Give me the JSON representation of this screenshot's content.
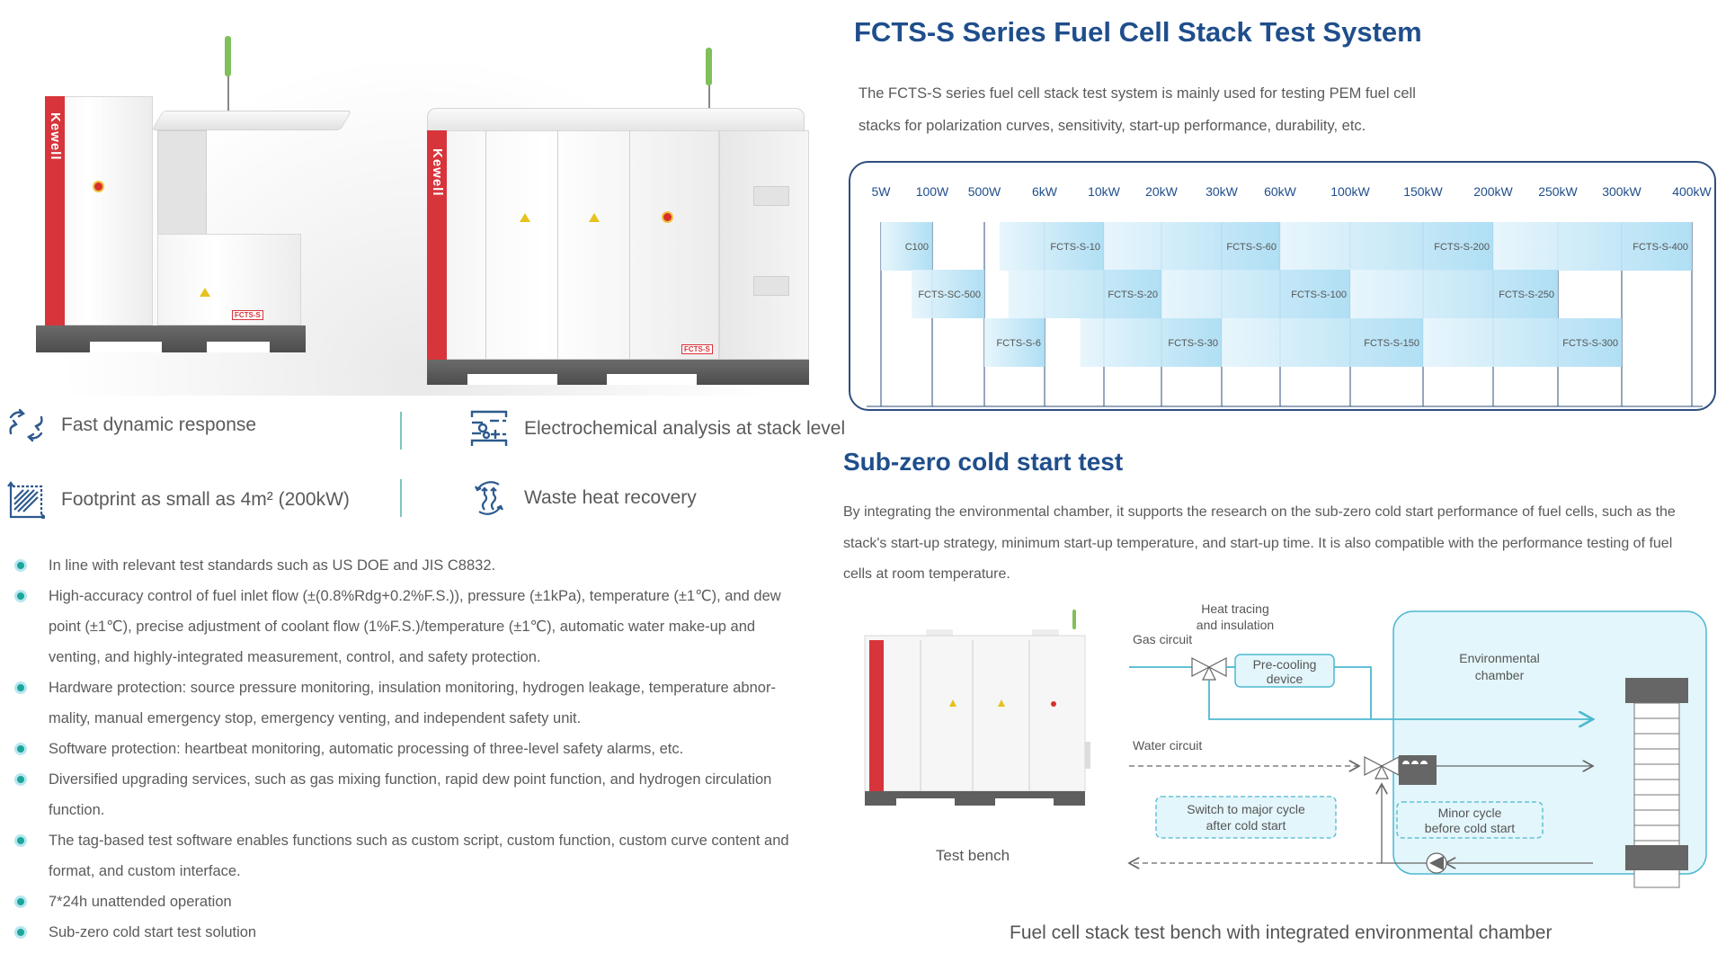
{
  "products": {
    "left_cabinet": {
      "brand": "Kewell",
      "model_badge": "FCTS-S"
    },
    "right_cabinet": {
      "brand": "Kewell",
      "model_badge": "FCTS-S"
    }
  },
  "features": [
    {
      "icon": "arrows-cycle-icon",
      "label": "Fast dynamic response"
    },
    {
      "icon": "circuit-analysis-icon",
      "label": "Electrochemical analysis at stack level"
    },
    {
      "icon": "footprint-area-icon",
      "label": "Footprint as small as 4m² (200kW)"
    },
    {
      "icon": "heat-recovery-icon",
      "label": "Waste heat recovery"
    }
  ],
  "bullets": [
    [
      "In line with relevant test standards such as US DOE and JIS C8832."
    ],
    [
      "High-accuracy control of fuel inlet flow (±(0.8%Rdg+0.2%F.S.)), pressure (±1kPa), temperature (±1℃), and dew",
      "point (±1℃), precise adjustment of coolant flow (1%F.S.)/temperature (±1℃), automatic water make-up and",
      "venting, and highly-integrated measurement, control, and safety protection."
    ],
    [
      "Hardware protection: source pressure monitoring, insulation monitoring, hydrogen leakage, temperature abnor-",
      "mality, manual emergency stop, emergency venting, and independent safety unit."
    ],
    [
      "Software protection: heartbeat monitoring, automatic processing of three-level safety alarms, etc."
    ],
    [
      "Diversified upgrading services, such as gas mixing function, rapid dew point function, and hydrogen circulation",
      "function."
    ],
    [
      "The tag-based test software enables functions such as custom script, custom function, custom curve content and",
      "format, and custom interface."
    ],
    [
      "7*24h unattended operation"
    ],
    [
      "Sub-zero cold start test solution"
    ]
  ],
  "header": {
    "title": "FCTS-S Series Fuel Cell Stack Test System",
    "intro_lines": [
      "The FCTS-S series fuel cell stack test system is mainly used for testing PEM fuel cell",
      "stacks for polarization curves, sensitivity, start-up performance, durability, etc."
    ]
  },
  "chart_data": {
    "type": "range-bar",
    "title": "",
    "power_levels": [
      "5W",
      "100W",
      "500W",
      "6kW",
      "10kW",
      "20kW",
      "30kW",
      "60kW",
      "100kW",
      "150kW",
      "200kW",
      "250kW",
      "300kW",
      "400kW"
    ],
    "rows": [
      [
        {
          "model": "C100",
          "from": "5W",
          "to": "100W"
        },
        {
          "model": "FCTS-S-10",
          "from": "~1kW",
          "to": "10kW"
        },
        {
          "model": "FCTS-S-60",
          "from": "10kW",
          "to": "60kW"
        },
        {
          "model": "FCTS-S-200",
          "from": "60kW",
          "to": "200kW"
        },
        {
          "model": "FCTS-S-400",
          "from": "200kW",
          "to": "400kW"
        }
      ],
      [
        {
          "model": "FCTS-SC-500",
          "from": "~50W",
          "to": "500W"
        },
        {
          "model": "FCTS-S-20",
          "from": "~2kW",
          "to": "20kW"
        },
        {
          "model": "FCTS-S-100",
          "from": "20kW",
          "to": "100kW"
        },
        {
          "model": "FCTS-S-250",
          "from": "100kW",
          "to": "250kW"
        }
      ],
      [
        {
          "model": "FCTS-S-6",
          "from": "500W",
          "to": "6kW"
        },
        {
          "model": "FCTS-S-30",
          "from": "~8kW",
          "to": "30kW"
        },
        {
          "model": "FCTS-S-150",
          "from": "30kW",
          "to": "150kW"
        },
        {
          "model": "FCTS-S-300",
          "from": "150kW",
          "to": "300kW"
        }
      ]
    ],
    "colors": {
      "axis": "#2e4f7c",
      "bar_light": "#e6f5fc",
      "bar_dark": "#a9dcf3",
      "label": "#555555"
    }
  },
  "cold_start": {
    "title": "Sub-zero cold start test",
    "text_lines": [
      "By integrating the environmental chamber, it supports the research on the sub-zero cold start performance of fuel cells, such as the",
      "stack's start-up strategy, minimum start-up temperature, and start-up time. It is also compatible with the performance testing of fuel",
      "cells at room temperature."
    ],
    "diagram": {
      "test_bench_label": "Test bench",
      "heat_tracing_label": [
        "Heat tracing",
        "and insulation"
      ],
      "gas_circuit_label": "Gas circuit",
      "precooling_label": [
        "Pre-cooling",
        "device"
      ],
      "env_chamber_label": [
        "Environmental",
        "chamber"
      ],
      "water_circuit_label": "Water circuit",
      "major_cycle_label": [
        "Switch to major cycle",
        "after cold start"
      ],
      "minor_cycle_label": [
        "Minor cycle",
        "before cold start"
      ]
    },
    "caption": "Fuel cell stack test bench with integrated environmental chamber"
  },
  "colors": {
    "title_blue": "#1f4e8c",
    "teal": "#1aa69a",
    "icon_blue": "#2d5a8e",
    "diagram_cyan": "#4db8d0",
    "brand_red": "#d7343b"
  }
}
